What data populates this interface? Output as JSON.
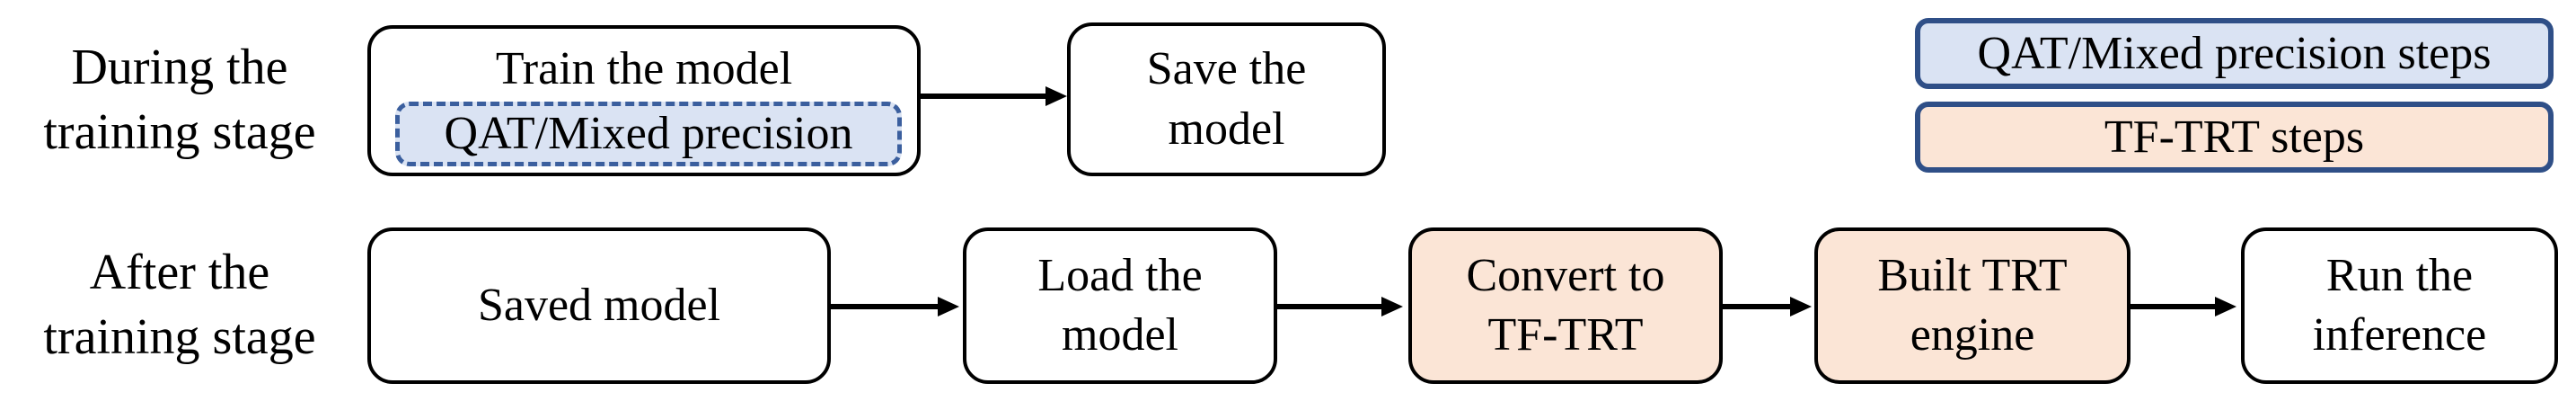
{
  "colors": {
    "background": "#ffffff",
    "text": "#000000",
    "box_border": "#000000",
    "arrow": "#000000",
    "light_blue": "#dae3f3",
    "light_orange": "#fbe5d6",
    "legend_border": "#2f4f87",
    "dashed_border": "#3b5f9e"
  },
  "stage1": {
    "label": {
      "line1": "During the",
      "line2": "training stage"
    },
    "train_box": {
      "title": "Train the model",
      "qat_chip": "QAT/Mixed precision"
    },
    "save_box": {
      "line1": "Save the",
      "line2": "model"
    }
  },
  "legend": {
    "items": [
      {
        "label": "QAT/Mixed precision steps",
        "type": "qat"
      },
      {
        "label": "TF-TRT steps",
        "type": "tftrt"
      }
    ]
  },
  "stage2": {
    "label": {
      "line1": "After the",
      "line2": "training stage"
    },
    "boxes": [
      {
        "line1": "Saved model",
        "line2": "",
        "type": "plain"
      },
      {
        "line1": "Load the",
        "line2": "model",
        "type": "plain"
      },
      {
        "line1": "Convert to",
        "line2": "TF-TRT",
        "type": "tftrt"
      },
      {
        "line1": "Built TRT",
        "line2": "engine",
        "type": "tftrt"
      },
      {
        "line1": "Run the",
        "line2": "inference",
        "type": "plain"
      }
    ]
  }
}
